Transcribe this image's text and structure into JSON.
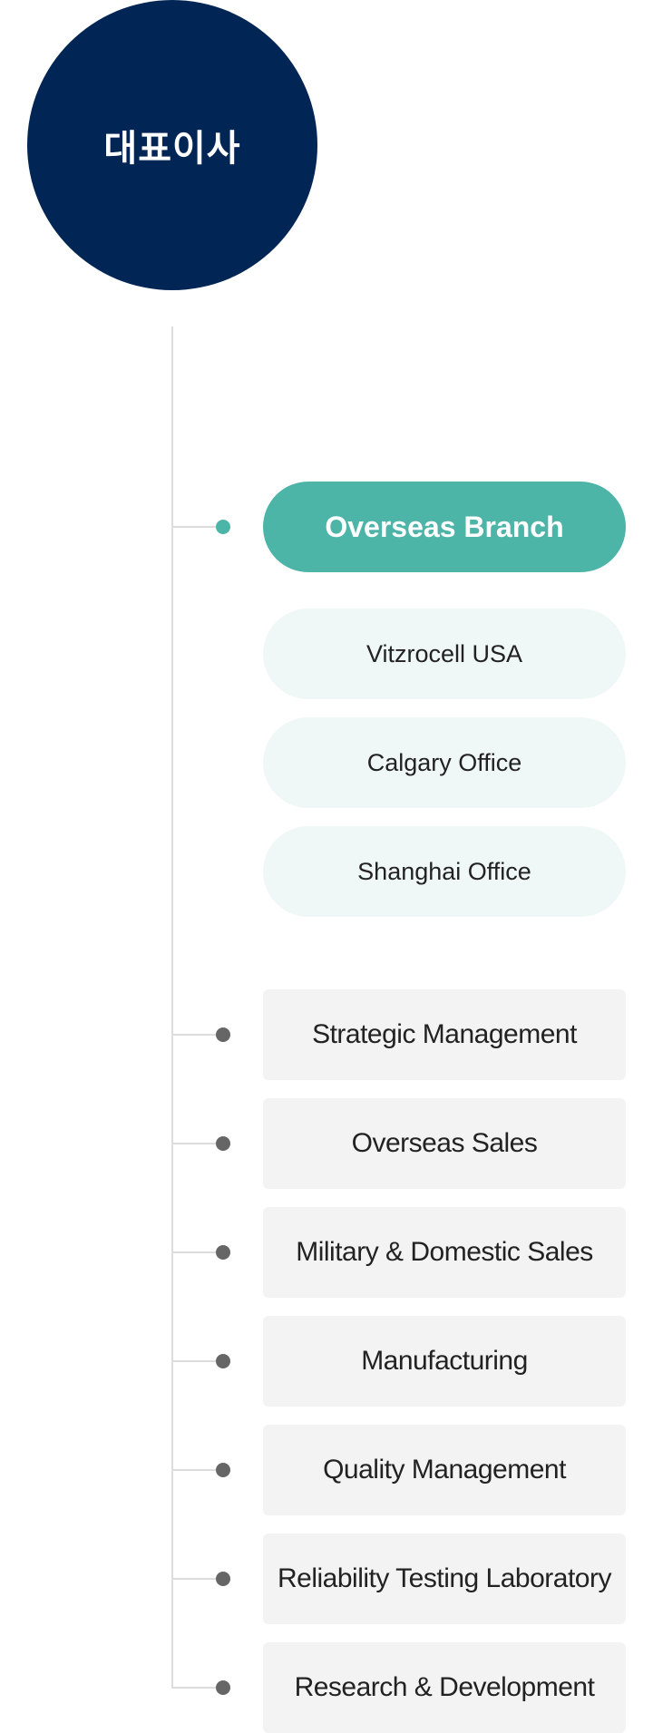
{
  "ceo": {
    "label": "대표이사"
  },
  "branch": {
    "title": "Overseas Branch",
    "offices": [
      "Vitzrocell USA",
      "Calgary Office",
      "Shanghai Office"
    ]
  },
  "departments": [
    "Strategic Management",
    "Overseas Sales",
    "Military & Domestic Sales",
    "Manufacturing",
    "Quality Management",
    "Reliability Testing Laboratory",
    "Research & Development"
  ],
  "colors": {
    "ceo": "#012554",
    "branch": "#4db5a8",
    "branch_sub_bg": "#f0f8f7",
    "dept_bg": "#f3f3f3",
    "connector": "#dddddd",
    "dot": "#666666"
  }
}
